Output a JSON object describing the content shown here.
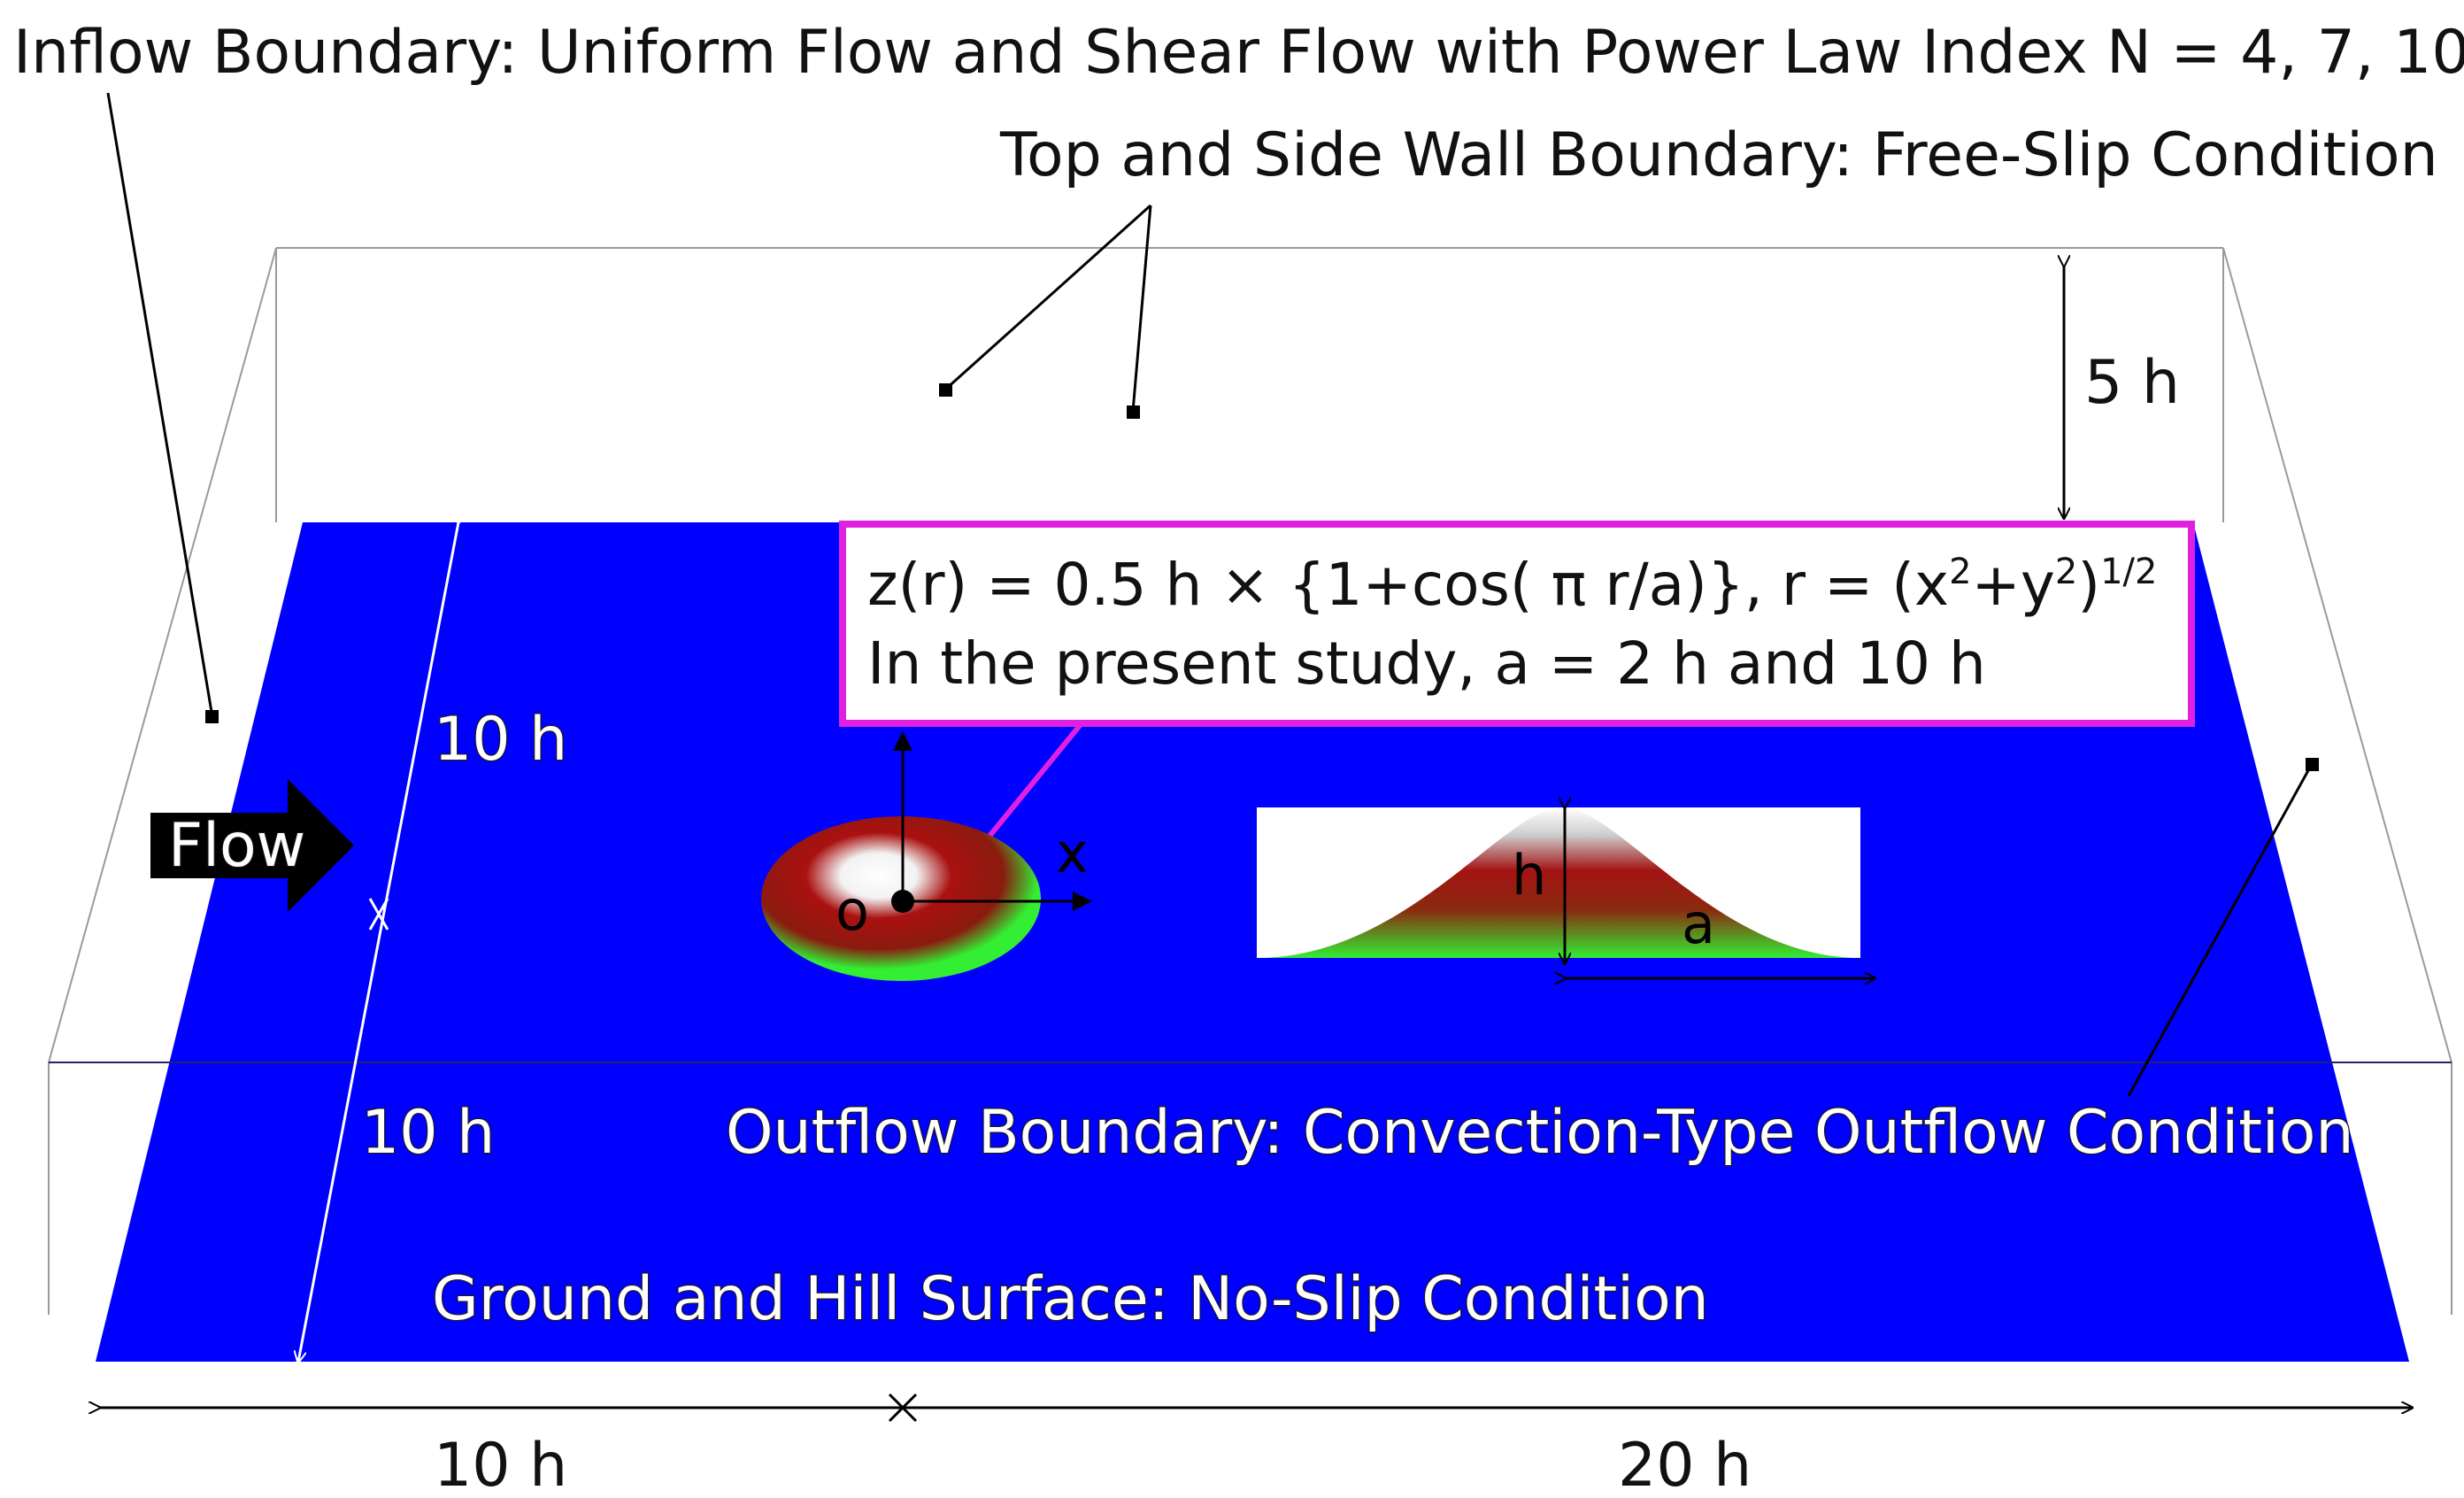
{
  "labels": {
    "inflow": "Inflow Boundary: Uniform Flow and Shear Flow with Power Law Index N = 4, 7, 10",
    "top_side_wall": "Top and Side Wall Boundary: Free-Slip Condition",
    "outflow": "Outflow Boundary: Convection-Type Outflow Condition",
    "ground": "Ground and Hill Surface: No-Slip Condition",
    "flow": "Flow"
  },
  "dimensions": {
    "height_5h": "5 h",
    "span_upper_10h": "10 h",
    "span_lower_10h": "10 h",
    "length_10h": "10 h",
    "length_20h": "20 h"
  },
  "formula": {
    "line1_main": "z(r) = 0.5 h × {1+cos( π r/a)}, r = (x",
    "line1_sup1": "2",
    "line1_mid": "+y",
    "line1_sup2": "2",
    "line1_close": ")",
    "line1_sup3": "1/2",
    "line2": "In the present study, a = 2 h and 10 h"
  },
  "hill": {
    "axis_x": "x",
    "origin": "o",
    "profile_h": "h",
    "profile_a": "a"
  },
  "colors": {
    "ground": "#0000ff",
    "formula_border": "#e020e0",
    "hill_outer": "#33ee33",
    "hill_mid": "#aa1111",
    "hill_top": "#ffffff"
  }
}
